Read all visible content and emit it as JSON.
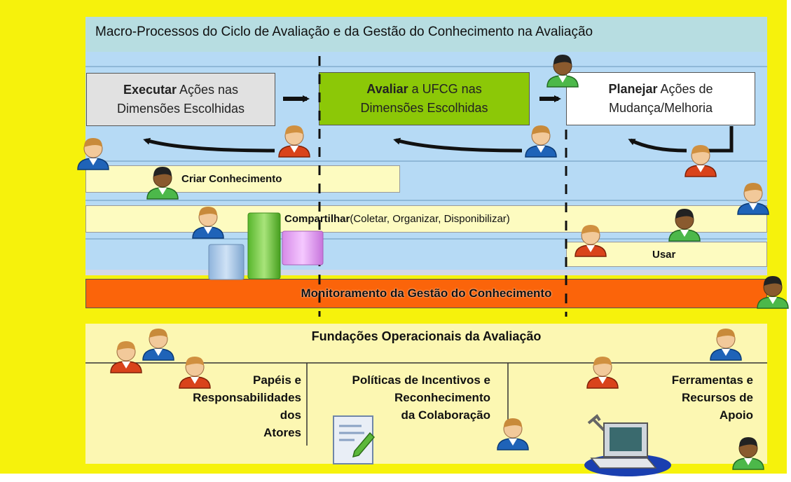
{
  "title": "Macro-Processos do Ciclo de Avaliação e da Gestão do Conhecimento na Avaliação",
  "process_boxes": {
    "executar": {
      "bold": "Executar",
      "rest": " Ações nas",
      "line2": "Dimensões Escolhidas"
    },
    "avaliar": {
      "bold": "Avaliar",
      "rest": " a UFCG nas",
      "line2": "Dimensões Escolhidas"
    },
    "planejar": {
      "bold": "Planejar",
      "rest": " Ações de",
      "line2": "Mudança/Melhoria"
    }
  },
  "bars": {
    "criar": "Criar Conhecimento",
    "compartilhar_bold": "Compartilhar",
    "compartilhar_rest": " (Coletar, Organizar, Disponibilizar)",
    "usar": "Usar"
  },
  "monitoramento": "Monitoramento da Gestão do Conhecimento",
  "foundations": {
    "title": "Fundações Operacionais da Avaliação",
    "col1": [
      "Papéis e",
      "Responsabilidades dos",
      "Atores"
    ],
    "col2": [
      "Políticas de Incentivos e",
      "Reconhecimento",
      "da Colaboração"
    ],
    "col3": [
      "Ferramentas e",
      "Recursos de",
      "Apoio"
    ]
  },
  "colors": {
    "frame": "#f6f20c",
    "header": "#b7dde1",
    "process_area": "#b6daf5",
    "executar_box": "#e1e1e1",
    "avaliar_box": "#8cc807",
    "planejar_box": "#ffffff",
    "monitoramento": "#fb640a",
    "foundations": "#fcf7b2"
  }
}
